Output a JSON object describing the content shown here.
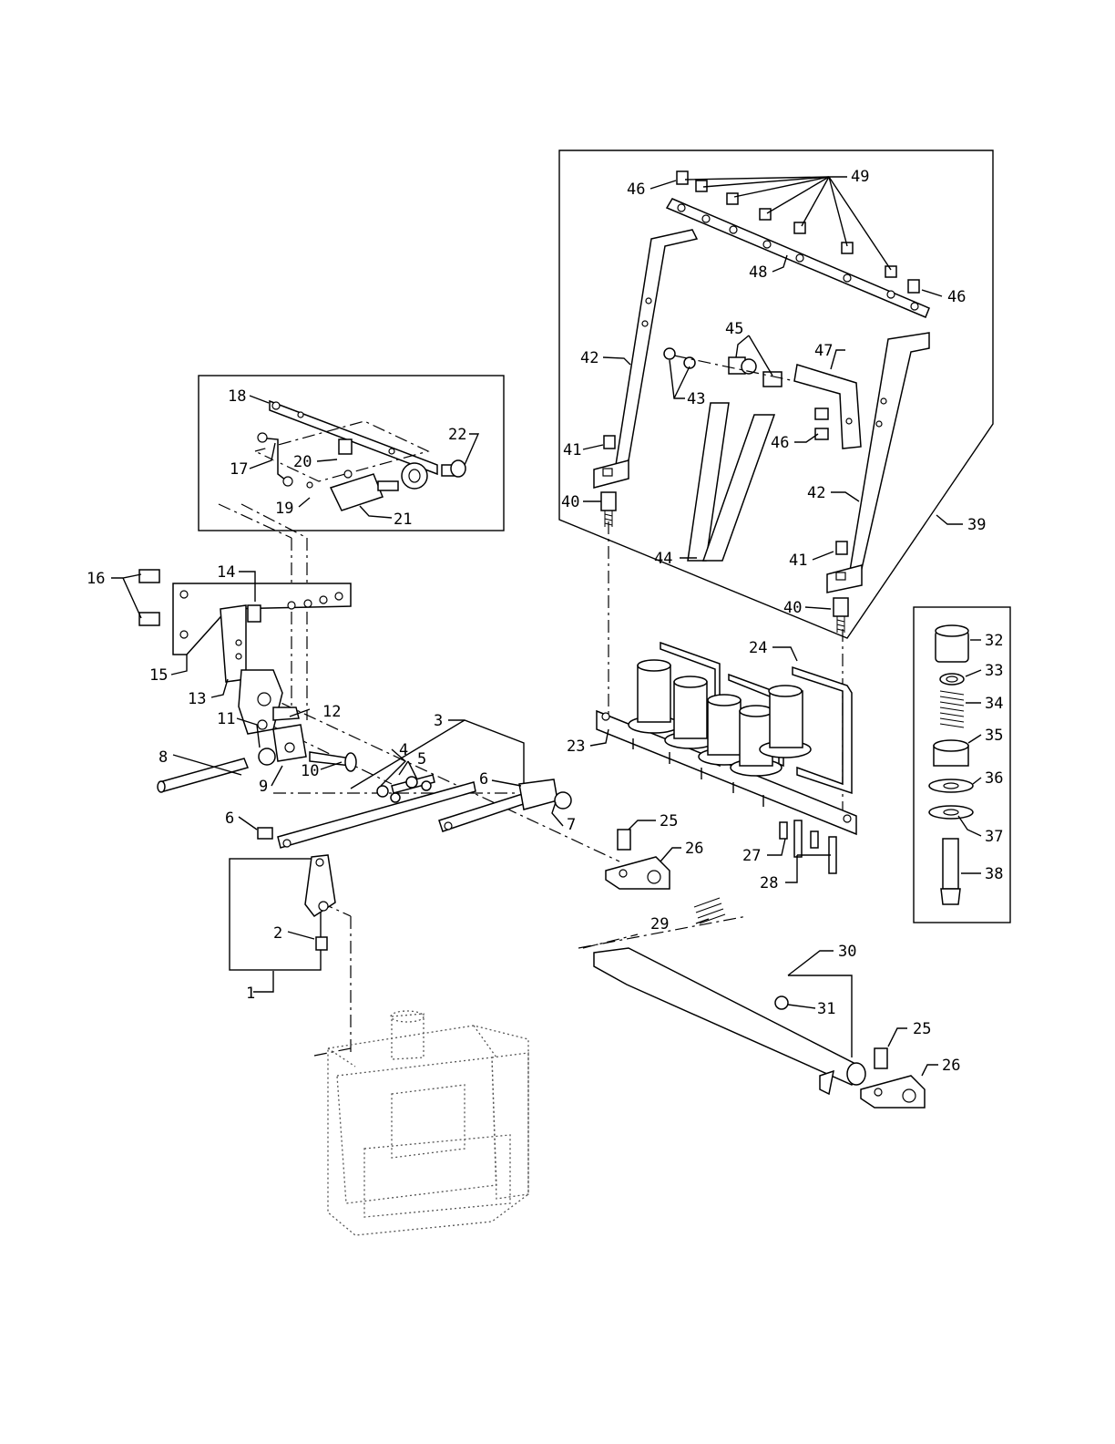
{
  "labels": {
    "l1": "1",
    "l2": "2",
    "l3": "3",
    "l4": "4",
    "l5": "5",
    "l6a": "6",
    "l6b": "6",
    "l7": "7",
    "l8": "8",
    "l9": "9",
    "l10": "10",
    "l11": "11",
    "l12": "12",
    "l13": "13",
    "l14": "14",
    "l15": "15",
    "l16": "16",
    "l17": "17",
    "l18": "18",
    "l19": "19",
    "l20": "20",
    "l21": "21",
    "l22": "22",
    "l23": "23",
    "l24": "24",
    "l25a": "25",
    "l25b": "25",
    "l26a": "26",
    "l26b": "26",
    "l27": "27",
    "l28": "28",
    "l29": "29",
    "l30": "30",
    "l31": "31",
    "l32": "32",
    "l33": "33",
    "l34": "34",
    "l35": "35",
    "l36": "36",
    "l37": "37",
    "l38": "38",
    "l39": "39",
    "l40a": "40",
    "l40b": "40",
    "l41a": "41",
    "l41b": "41",
    "l42a": "42",
    "l42b": "42",
    "l43": "43",
    "l44": "44",
    "l45": "45",
    "l46a": "46",
    "l46b": "46",
    "l46c": "46",
    "l47": "47",
    "l48": "48",
    "l49": "49"
  }
}
